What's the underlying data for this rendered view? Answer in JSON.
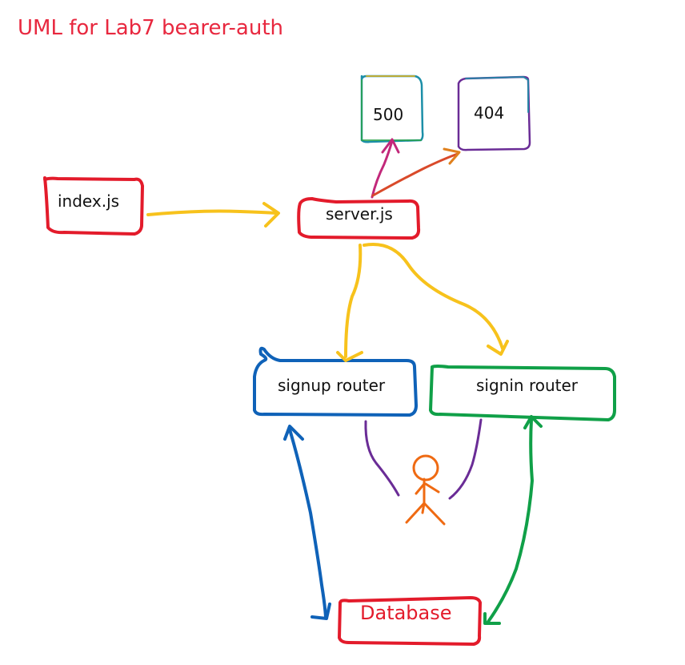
{
  "title": "UML for Lab7 bearer-auth",
  "nodes": {
    "index": "index.js",
    "server": "server.js",
    "err500": "500",
    "err404": "404",
    "signup": "signup router",
    "signin": "signin router",
    "database": "Database"
  },
  "colors": {
    "title": "#e8283f",
    "red": "#e31b2b",
    "yellow": "#f7c21c",
    "blue": "#0f62b8",
    "green": "#10a048",
    "purple": "#6a2c96",
    "orange": "#ef6a12",
    "magenta": "#c2287a",
    "teal": "#1c8fa8"
  }
}
